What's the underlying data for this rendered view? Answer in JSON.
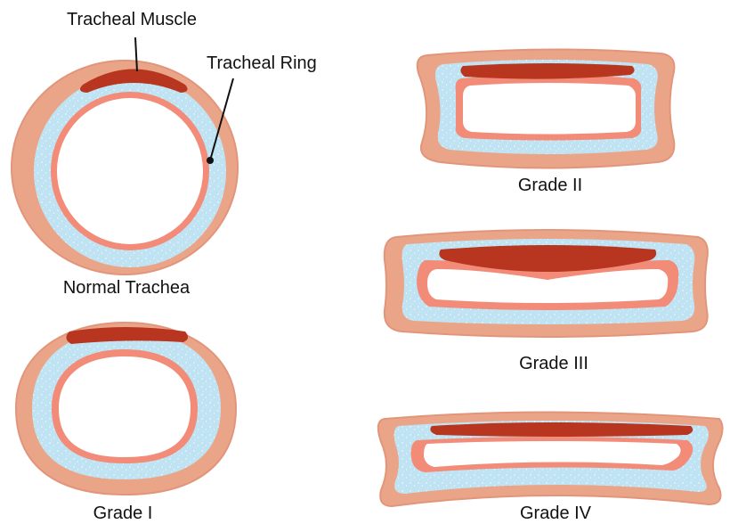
{
  "labels": {
    "tracheal_muscle": "Tracheal Muscle",
    "tracheal_ring": "Tracheal Ring",
    "normal": "Normal Trachea",
    "grade1": "Grade I",
    "grade2": "Grade II",
    "grade3": "Grade III",
    "grade4": "Grade IV"
  },
  "colors": {
    "outer_tissue": "#eaa588",
    "outer_tissue_edge": "#e2957a",
    "cartilage": "#bfe3f2",
    "mucosa": "#f28b78",
    "lumen": "#ffffff",
    "muscle": "#b8351f",
    "leader": "#111111"
  }
}
